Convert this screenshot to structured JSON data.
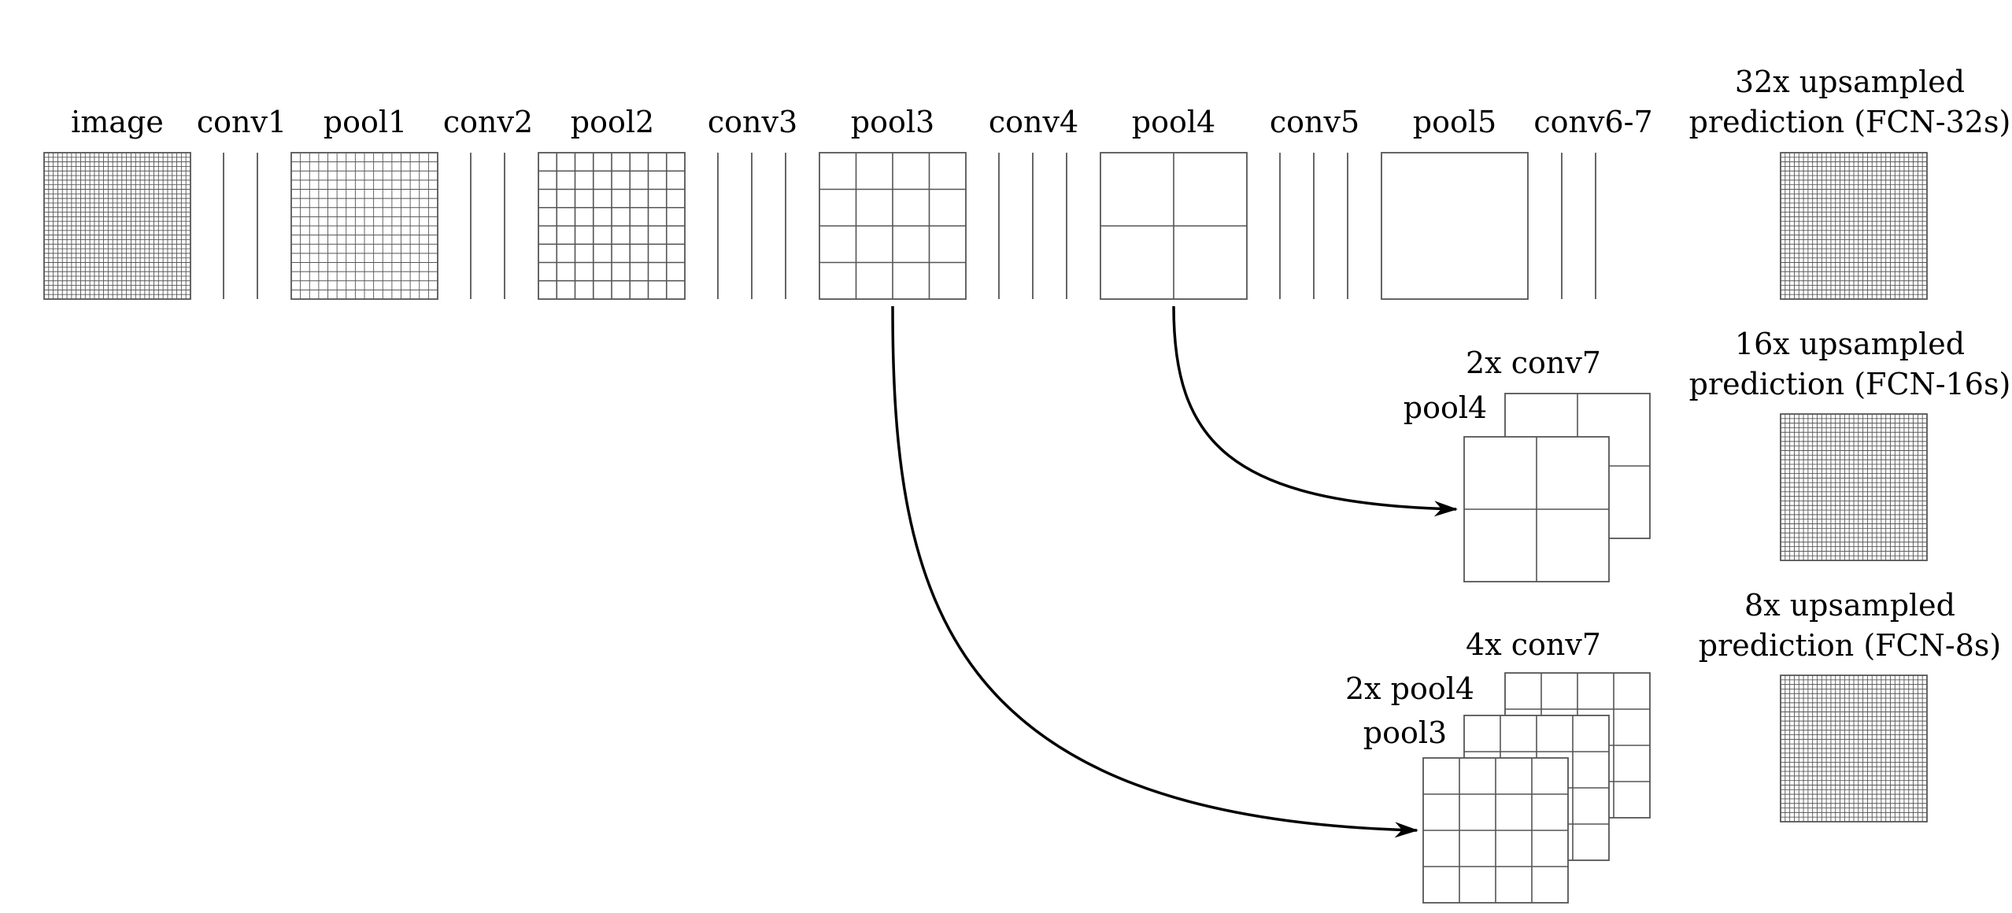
{
  "diagram": {
    "layer_labels": {
      "image": "image",
      "conv1": "conv1",
      "pool1": "pool1",
      "conv2": "conv2",
      "pool2": "pool2",
      "conv3": "conv3",
      "pool3": "pool3",
      "conv4": "conv4",
      "pool4": "pool4",
      "conv5": "conv5",
      "pool5": "pool5",
      "conv6_7": "conv6-7"
    },
    "predictions": {
      "fcn32": {
        "line1": "32x upsampled",
        "line2": "prediction (FCN-32s)"
      },
      "fcn16": {
        "line1": "16x upsampled",
        "line2": "prediction (FCN-16s)"
      },
      "fcn8": {
        "line1": "8x upsampled",
        "line2": "prediction (FCN-8s)"
      }
    },
    "fusion16": {
      "top_label": "2x conv7",
      "front_label": "pool4"
    },
    "fusion8": {
      "top_label": "4x conv7",
      "middle_label": "2x pool4",
      "front_label": "pool3"
    },
    "grid_divisions": {
      "image": 32,
      "pool1": 16,
      "pool2": 8,
      "pool3": 4,
      "pool4": 2,
      "pool5": 1,
      "predictions": 32,
      "fusion16_stack": 2,
      "fusion8_stack": 4
    },
    "conv_line_counts": {
      "conv1": 2,
      "conv2": 2,
      "conv3": 3,
      "conv4": 3,
      "conv5": 3,
      "conv6_7": 2
    },
    "colors": {
      "line": "#555555",
      "arrow": "#000000",
      "text": "#000000",
      "background": "#ffffff"
    }
  }
}
